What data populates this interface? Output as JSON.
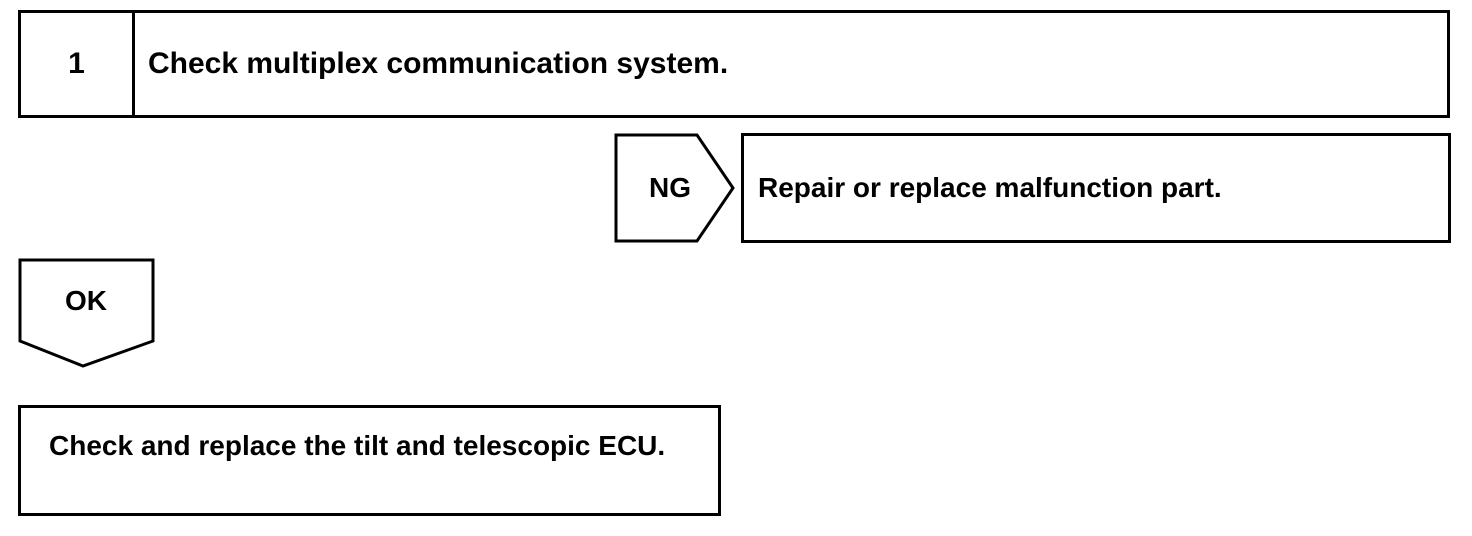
{
  "step": {
    "number": "1",
    "title": "Check multiplex communication system."
  },
  "ng_branch": {
    "label": "NG",
    "action": "Repair or replace malfunction part."
  },
  "ok_branch": {
    "label": "OK",
    "action": "Check and replace the tilt and telescopic ECU."
  }
}
